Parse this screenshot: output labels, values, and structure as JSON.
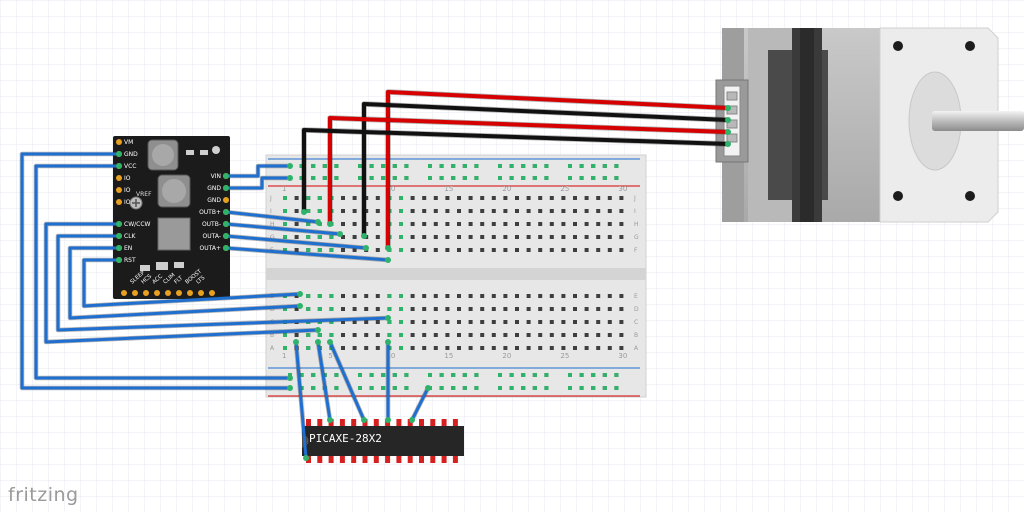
{
  "brand": "fritzing",
  "driver": {
    "left_pins": [
      "VM",
      "GND",
      "VCC",
      "IO",
      "IO",
      "IO",
      "CW/CCW",
      "CLK",
      "EN",
      "RST"
    ],
    "right_pins": [
      "VIN",
      "GND",
      "GND",
      "OUTB+",
      "OUTB-",
      "OUTA-",
      "OUTA+"
    ],
    "bottom_pins": [
      "SLEEP",
      "HCS",
      "ACC",
      "CLIM",
      "FLT",
      "BOOST",
      "LTS"
    ],
    "vref_label": "VREF"
  },
  "chip": {
    "label": "PICAXE-28X2"
  },
  "breadboard": {
    "col_numbers_top": [
      "1",
      "5",
      "10",
      "15",
      "20",
      "25",
      "30"
    ],
    "col_numbers_bottom": [
      "1",
      "5",
      "10",
      "15",
      "20",
      "25",
      "30"
    ],
    "row_letters_top": [
      "J",
      "I",
      "H",
      "G",
      "F"
    ],
    "row_letters_bottom": [
      "E",
      "D",
      "C",
      "B",
      "A"
    ]
  },
  "colors": {
    "wire_blue": "#1e6fd0",
    "wire_red": "#d60000",
    "wire_black": "#111111",
    "board": "#e6e6e6",
    "pcb": "#1b1b1b",
    "grid": "#e3e6ee"
  }
}
